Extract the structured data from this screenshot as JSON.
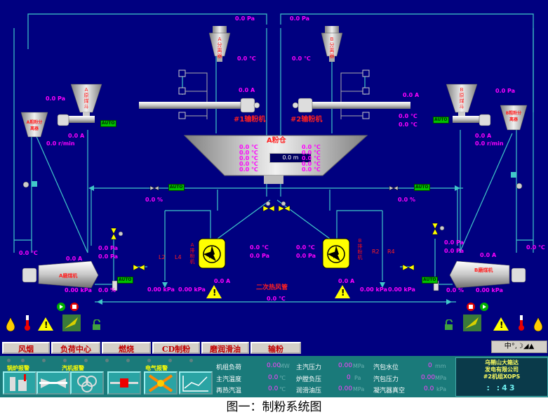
{
  "caption": "图一：制粉系统图",
  "diagram": {
    "sep_a": "A分离器",
    "sep_b": "B分离器",
    "top_left_pa": "0.0 Pa",
    "top_right_pa": "0.0 Pa",
    "sep_a_temp": "0.0 ℃",
    "sep_b_temp": "0.0 ℃",
    "feeder1_a": "0.0 A",
    "feeder2_a": "0.0 A",
    "feeder1_name": "#1输粉机",
    "feeder2_name": "#2输粉机",
    "feeder2_temp1": "0.0 ℃",
    "feeder2_temp2": "0.0 ℃",
    "coal_a_pa": "0.0 Pa",
    "coal_b_pa": "0.0 Pa",
    "coal_hopper_a": "A原煤斗",
    "coal_hopper_b": "B原煤斗",
    "coarse_sep_a": "A粗粉分离器",
    "coarse_sep_b": "B粗粉分离器",
    "feeder_a_current": "0.0 A",
    "feeder_a_speed": "0.0 r/min",
    "feeder_b_current": "0.0 A",
    "feeder_b_speed": "0.0 r/min",
    "bin_name": "A粉仓",
    "bin_level": "0.0 m",
    "bin_temps": [
      "0.0 ℃",
      "0.0 ℃",
      "0.0 ℃",
      "0.0 ℃",
      "0.0 ℃"
    ],
    "damper_a_pct": "0.0 %",
    "damper_b_pct": "0.0 %",
    "mill_a_in_temp": "0.0 ℃",
    "mill_a_current": "0.0 A",
    "mill_a_pa1": "0.0 Pa",
    "mill_a_pa2": "0.0 Pa",
    "mill_a_name": "A磨煤机",
    "mill_a_kpa": "0.00 kPa",
    "mill_a_pct": "0.0 %",
    "mill_b_in_temp": "0.0 ℃",
    "mill_b_current": "0.0 A",
    "mill_b_pa1": "0.0 Pa",
    "mill_b_pa2": "0.0 Pa",
    "mill_b_name": "B磨煤机",
    "mill_b_kpa": "0.00 kPa",
    "mill_b_pct": "0.0 %",
    "fan_a_name": "A排粉机",
    "fan_b_name": "B排粉机",
    "fan_a_temp": "0.0 ℃",
    "fan_a_pa": "0.0 Pa",
    "fan_b_temp": "0.0 ℃",
    "fan_b_pa": "0.0 Pa",
    "fan_a_current": "0.0 A",
    "fan_b_current": "0.0 A",
    "fan_a_kpa1": "0.00 kPa",
    "fan_a_kpa2": "0.00 kPa",
    "fan_b_kpa1": "0.00 kPa",
    "fan_b_kpa2": "0.00 kPa",
    "duct_name": "二次热风管",
    "duct_temp": "0.0 ℃",
    "l2": "L2",
    "l4": "L4",
    "r2": "R2",
    "r4": "R4",
    "auto": "AUTO",
    "warn": "!"
  },
  "nav": {
    "items": [
      "风烟",
      "负荷中心",
      "燃烧",
      "CD制粉",
      "磨润滑油",
      "输粉"
    ],
    "ime": "中°,☽◢▲"
  },
  "status": {
    "alarm_titles": [
      "锅炉报警",
      "汽机报警",
      "电气报警"
    ],
    "params": [
      {
        "label": "机组负荷",
        "value": "0.00",
        "unit": "MW"
      },
      {
        "label": "主汽温度",
        "value": "0.0",
        "unit": "℃"
      },
      {
        "label": "再热汽温",
        "value": "0.0",
        "unit": "℃"
      },
      {
        "label": "主汽压力",
        "value": "0.00",
        "unit": "MPa"
      },
      {
        "label": "炉膛负压",
        "value": "0",
        "unit": "Pa"
      },
      {
        "label": "润滑油压",
        "value": "0.00",
        "unit": "MPa"
      },
      {
        "label": "汽包水位",
        "value": "0",
        "unit": "mm"
      },
      {
        "label": "汽包压力",
        "value": "0.00",
        "unit": "MPa"
      },
      {
        "label": "凝汽器真空",
        "value": "0.0",
        "unit": "kPa"
      }
    ],
    "info_line1": "乌鞘山大箱达",
    "info_line2": "发电有限公司",
    "info_line3": "#2机组XOPS",
    "clock": ": :43"
  },
  "colors": {
    "background": "#000080",
    "value": "#ff00ff",
    "pipe": "#40c8c8",
    "statusbar": "#1a7a7a"
  }
}
